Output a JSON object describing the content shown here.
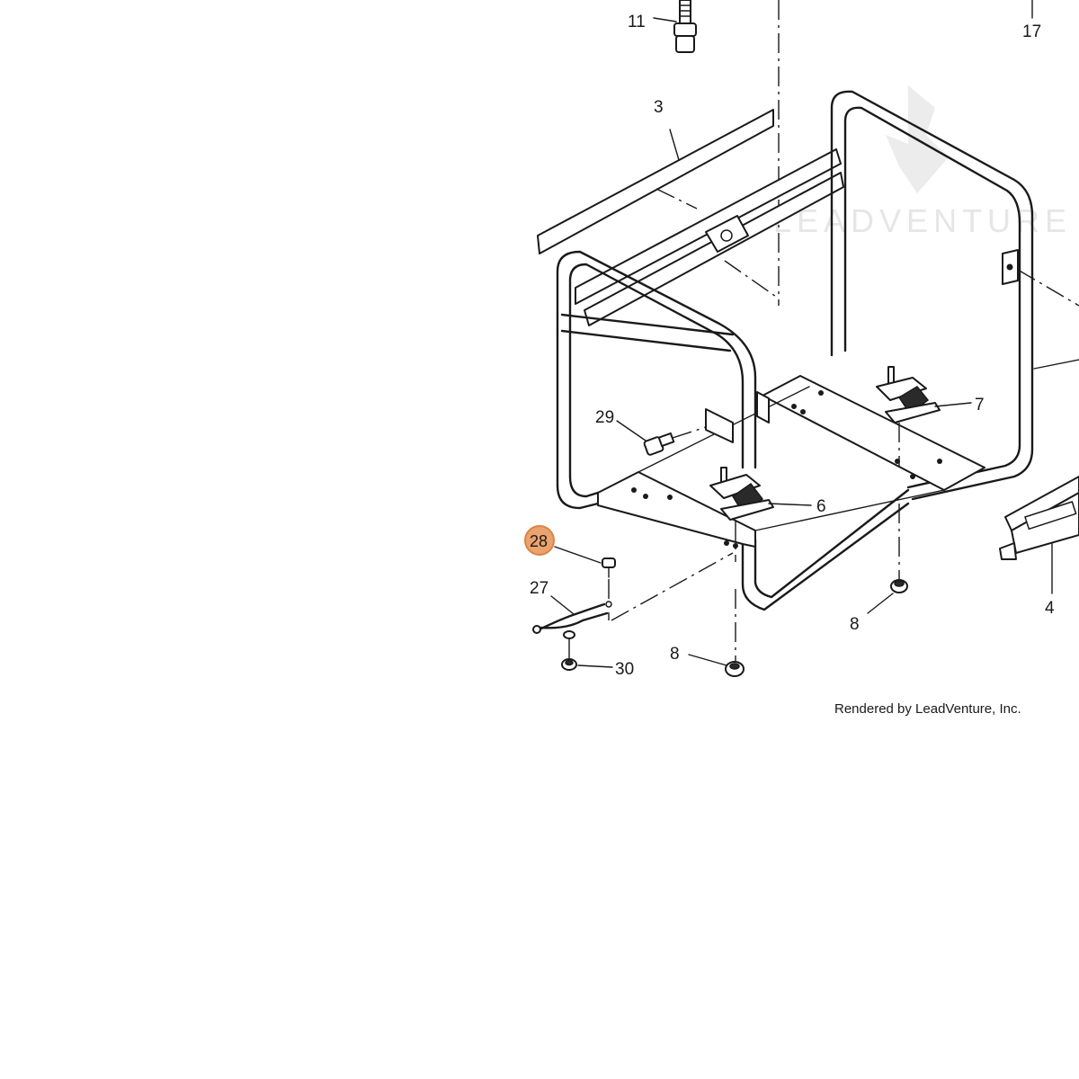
{
  "watermark": {
    "text": "LEADVENTURE"
  },
  "credit": "Rendered by LeadVenture, Inc.",
  "highlight_color": "#eaa36e",
  "callouts": [
    {
      "id": "c11",
      "label": "11"
    },
    {
      "id": "c17",
      "label": "17"
    },
    {
      "id": "c3",
      "label": "3"
    },
    {
      "id": "c7",
      "label": "7"
    },
    {
      "id": "c29",
      "label": "29"
    },
    {
      "id": "c6",
      "label": "6"
    },
    {
      "id": "c28",
      "label": "28",
      "highlighted": true
    },
    {
      "id": "c27",
      "label": "27"
    },
    {
      "id": "c4",
      "label": "4"
    },
    {
      "id": "c8a",
      "label": "8"
    },
    {
      "id": "c8b",
      "label": "8"
    },
    {
      "id": "c30",
      "label": "30"
    }
  ]
}
